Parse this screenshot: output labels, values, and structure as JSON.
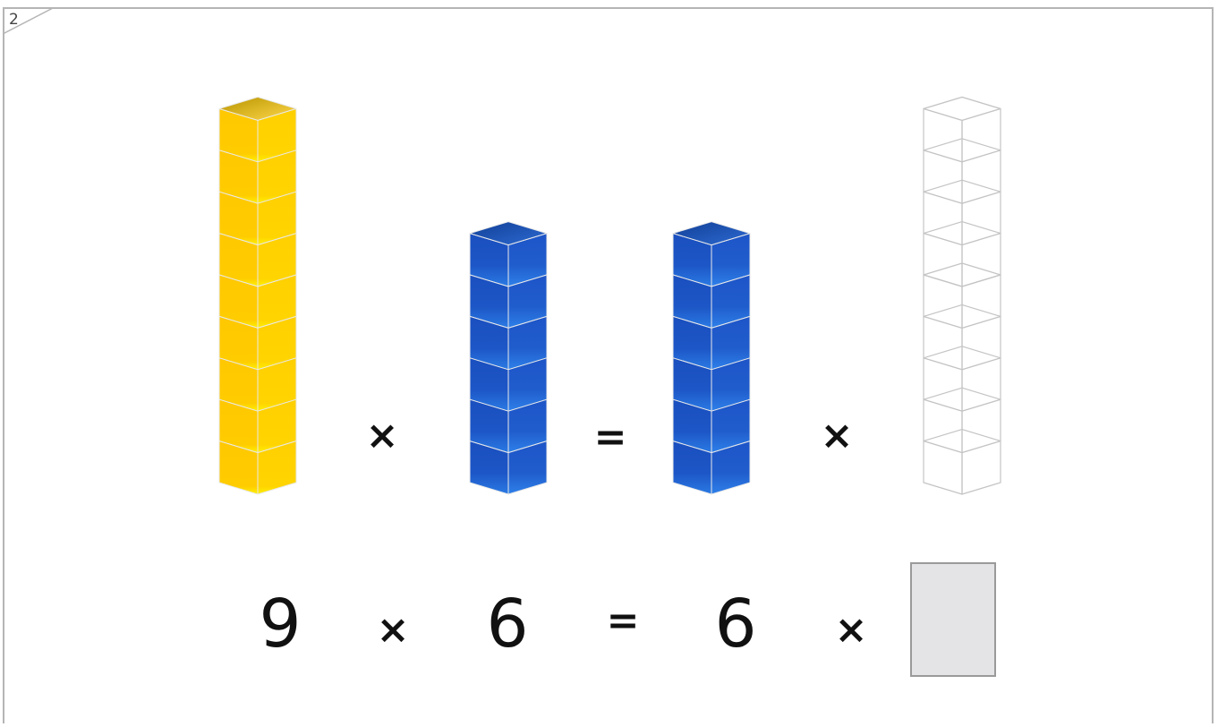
{
  "page": {
    "number": "2"
  },
  "towers": [
    {
      "name": "yellow-tower",
      "cubes": 9,
      "color": "#ffcc00",
      "style": "solid"
    },
    {
      "name": "blue-tower-1",
      "cubes": 6,
      "color": "#1f5bc4",
      "style": "solid"
    },
    {
      "name": "blue-tower-2",
      "cubes": 6,
      "color": "#1f5bc4",
      "style": "solid"
    },
    {
      "name": "outline-tower",
      "cubes": 9,
      "color": "#cfcfcf",
      "style": "outline"
    }
  ],
  "visual_equation": {
    "op1": "×",
    "op2": "=",
    "op3": "×"
  },
  "equation": {
    "a": "9",
    "times1": "×",
    "b": "6",
    "equals": "=",
    "c": "6",
    "times2": "×",
    "answer": ""
  }
}
